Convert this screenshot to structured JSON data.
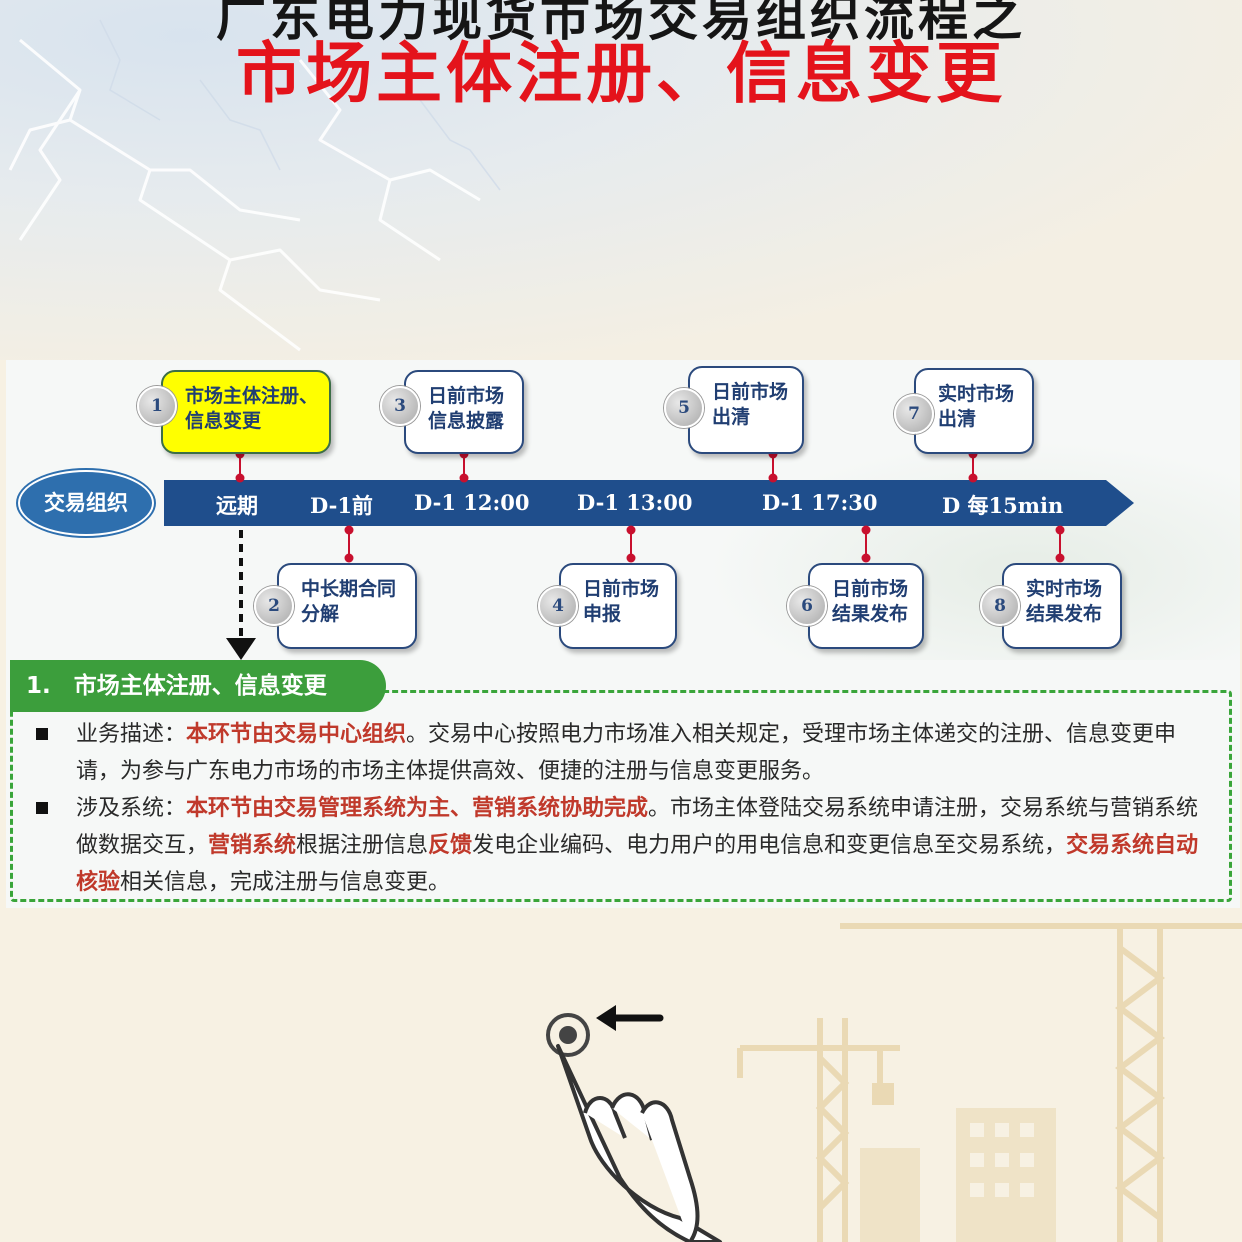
{
  "header": {
    "cut_title": "广东电力现货市场交易组织流程之",
    "title": "市场主体注册、信息变更"
  },
  "timeline": {
    "label": "交易组织",
    "ticks": [
      "远期",
      "D-1前",
      "D-1 12:00",
      "D-1 13:00",
      "D-1 17:30",
      "D 每15min"
    ],
    "nodes": [
      {
        "num": "1",
        "line1": "市场主体注册、",
        "line2": "信息变更"
      },
      {
        "num": "2",
        "line1": "中长期合同",
        "line2": "分解"
      },
      {
        "num": "3",
        "line1": "日前市场",
        "line2": "信息披露"
      },
      {
        "num": "4",
        "line1": "日前市场",
        "line2": "申报"
      },
      {
        "num": "5",
        "line1": "日前市场",
        "line2": "出清"
      },
      {
        "num": "6",
        "line1": "日前市场",
        "line2": "结果发布"
      },
      {
        "num": "7",
        "line1": "实时市场",
        "line2": "出清"
      },
      {
        "num": "8",
        "line1": "实时市场",
        "line2": "结果发布"
      }
    ]
  },
  "section": {
    "tag": "1.　市场主体注册、信息变更",
    "bullets": [
      {
        "label": "业务描述：",
        "hl1": "本环节由交易中心组织",
        "rest": "。交易中心按照电力市场准入相关规定，受理市场主体递交的注册、信息变更申请，为参与广东电力市场的市场主体提供高效、便捷的注册与信息变更服务。"
      },
      {
        "label": "涉及系统：",
        "hl1": "本环节由交易管理系统为主、营销系统协助完成",
        "p1": "。市场主体登陆交易系统申请注册，交易系统与营销系统做数据交互，",
        "hl2": "营销系统",
        "p2": "根据注册信息",
        "hl3": "反馈",
        "p3": "发电企业编码、电力用户的用电信息和变更信息至交易系统，",
        "hl4": "交易系统自动核验",
        "p4": "相关信息，完成注册与信息变更。"
      }
    ]
  },
  "colors": {
    "title_red": "#e4131b",
    "arrow_blue": "#1f4e8c",
    "node_highlight": "#ffff00",
    "tag_green": "#3c9e3c",
    "highlight_text": "#c0392b"
  },
  "icons": [
    "swipe-left-hand-icon",
    "construction-crane-icon"
  ]
}
